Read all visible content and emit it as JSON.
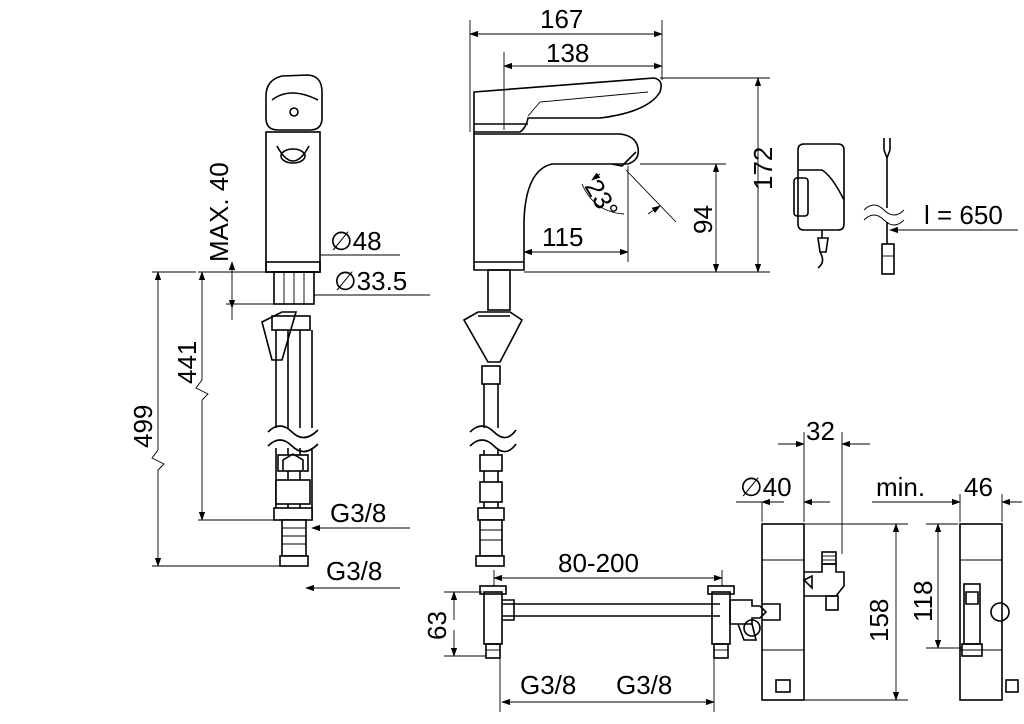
{
  "dimensions": {
    "front_max": "MAX. 40",
    "front_diameter_48": "∅48",
    "front_diameter_33_5": "∅33.5",
    "front_441": "441",
    "front_499": "499",
    "front_thread_1": "G3/8",
    "front_thread_2": "G3/8",
    "side_167": "167",
    "side_138": "138",
    "side_172": "172",
    "side_94": "94",
    "side_115": "115",
    "side_angle": "23°",
    "cable_length": "l = 650",
    "mixer_32": "32",
    "mixer_diameter_40": "∅40",
    "mixer_min": "min.",
    "mixer_46": "46",
    "mixer_158": "158",
    "mixer_118": "118",
    "mixer_80_200": "80-200",
    "mixer_63": "63",
    "mixer_thread_1": "G3/8",
    "mixer_thread_2": "G3/8"
  }
}
